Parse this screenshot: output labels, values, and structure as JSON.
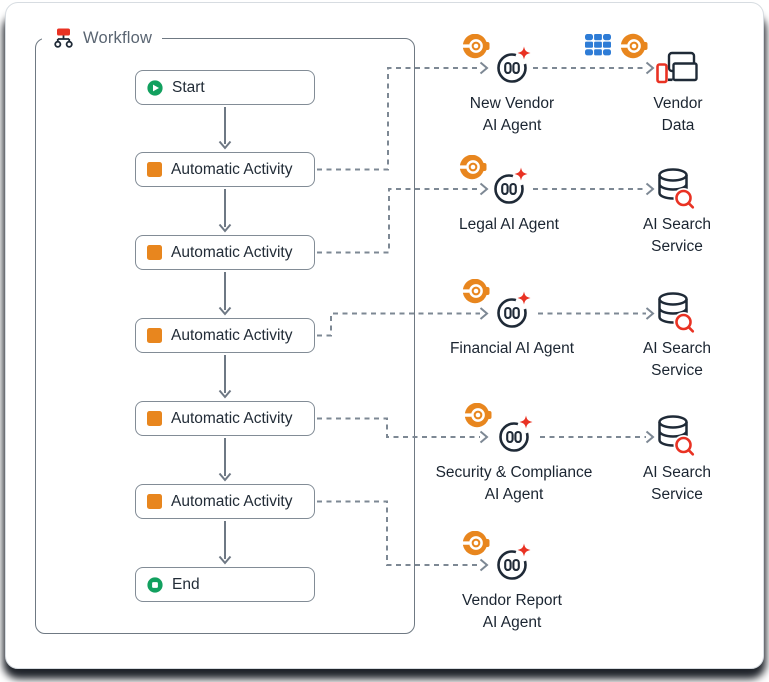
{
  "workflow": {
    "title": "Workflow",
    "title_icon": "sitemap-icon",
    "nodes": [
      {
        "label": "Start",
        "icon": "play-circle-icon"
      },
      {
        "label": "Automatic Activity",
        "icon": "orange-square-icon"
      },
      {
        "label": "Automatic Activity",
        "icon": "orange-square-icon"
      },
      {
        "label": "Automatic Activity",
        "icon": "orange-square-icon"
      },
      {
        "label": "Automatic Activity",
        "icon": "orange-square-icon"
      },
      {
        "label": "Automatic Activity",
        "icon": "orange-square-icon"
      },
      {
        "label": "End",
        "icon": "stop-circle-icon"
      }
    ]
  },
  "agents": [
    {
      "name": "New Vendor AI Agent",
      "lines": [
        "New Vendor",
        "AI Agent"
      ],
      "icons": [
        "copilot-badge-icon",
        "ai-agent-face-icon",
        "sparkle-icon"
      ]
    },
    {
      "name": "Legal AI Agent",
      "lines": [
        "Legal AI Agent"
      ],
      "icons": [
        "copilot-badge-icon",
        "ai-agent-face-icon",
        "sparkle-icon"
      ]
    },
    {
      "name": "Financial AI Agent",
      "lines": [
        "Financial AI Agent"
      ],
      "icons": [
        "copilot-badge-icon",
        "ai-agent-face-icon",
        "sparkle-icon"
      ]
    },
    {
      "name": "Security & Compliance AI Agent",
      "lines": [
        "Security & Compliance",
        "AI Agent"
      ],
      "icons": [
        "copilot-badge-icon",
        "ai-agent-face-icon",
        "sparkle-icon"
      ]
    },
    {
      "name": "Vendor Report AI Agent",
      "lines": [
        "Vendor Report",
        "AI Agent"
      ],
      "icons": [
        "copilot-badge-icon",
        "ai-agent-face-icon",
        "sparkle-icon"
      ]
    }
  ],
  "services": [
    {
      "name": "Vendor Data",
      "lines": [
        "Vendor",
        "Data"
      ],
      "icons": [
        "table-grid-icon",
        "copilot-badge-icon",
        "devices-icon"
      ]
    },
    {
      "name": "AI Search Service",
      "lines": [
        "AI Search",
        "Service"
      ],
      "icons": [
        "database-search-icon"
      ]
    },
    {
      "name": "AI Search Service",
      "lines": [
        "AI Search",
        "Service"
      ],
      "icons": [
        "database-search-icon"
      ]
    },
    {
      "name": "AI Search Service",
      "lines": [
        "AI Search",
        "Service"
      ],
      "icons": [
        "database-search-icon"
      ]
    }
  ],
  "colors": {
    "orange": "#e8861e",
    "red": "#e93223",
    "green": "#12a05f",
    "navy": "#1f2a37",
    "blue": "#2e7cd6",
    "border_gray": "#828c96",
    "line_gray": "#7d8894",
    "title_gray": "#5a6572"
  }
}
